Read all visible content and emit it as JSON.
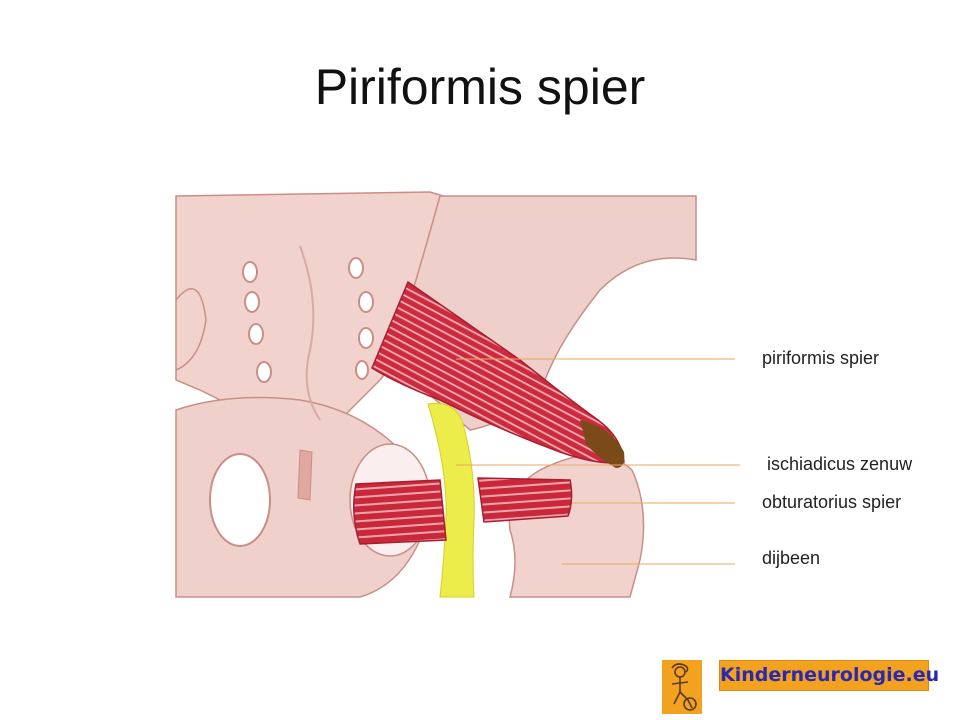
{
  "title": "Piriformis spier",
  "labels": {
    "piriformis": "piriformis spier",
    "ischiadicus": "ischiadicus zenuw",
    "obturatorius": "obturatorius spier",
    "dijbeen": "dijbeen"
  },
  "logo": {
    "text": "Kinderneurologie.eu",
    "icon": "child-drawing-icon"
  },
  "colors": {
    "bone": "#f1d2cc",
    "bone_line": "#c98f86",
    "muscle": "#cc2b3e",
    "muscle_stripe": "#f4aab4",
    "nerve": "#ecec4a",
    "leader_line": "#e8a860",
    "logo_bg": "#f3a21f",
    "logo_text": "#2a2ab0"
  }
}
